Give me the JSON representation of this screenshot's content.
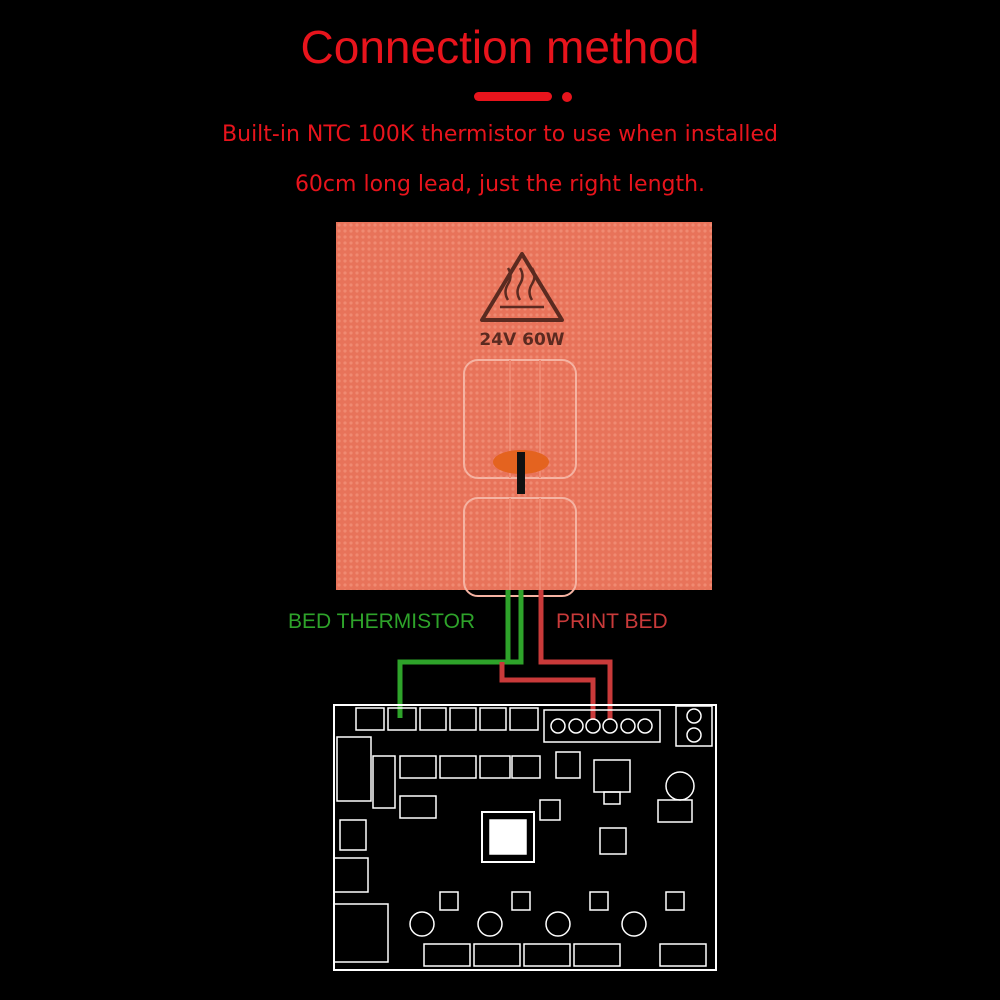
{
  "header": {
    "title": "Connection method",
    "subtitle_line1": "Built-in NTC 100K thermistor to use when installed",
    "subtitle_line2": "60cm long lead, just the right length."
  },
  "heater_pad": {
    "rating_label": "24V 60W",
    "warning_icon": "hot-surface-warning-icon",
    "color": "#e8735a"
  },
  "wires": {
    "thermistor_label": "BED THERMISTOR",
    "thermistor_color": "#2ea32a",
    "bed_label": "PRINT BED",
    "bed_color": "#c93a3a"
  },
  "colors": {
    "accent": "#e8141c",
    "background": "#000000"
  }
}
